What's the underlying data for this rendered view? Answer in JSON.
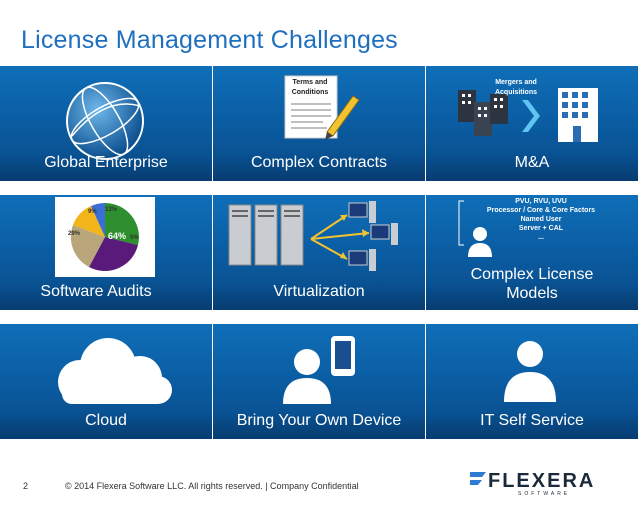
{
  "slide": {
    "title": "License Management Challenges",
    "page_number": "2",
    "footer": "© 2014 Flexera Software LLC. All rights reserved.   |   Company Confidential",
    "logo_word": "FLEXERA",
    "logo_sub": "SOFTWARE"
  },
  "tiles": {
    "global_enterprise": "Global Enterprise",
    "complex_contracts": "Complex Contracts",
    "contracts_doc_title_1": "Terms and",
    "contracts_doc_title_2": "Conditions",
    "ma": "M&A",
    "ma_caption_1": "Mergers and",
    "ma_caption_2": "Acquisitions",
    "software_audits": "Software Audits",
    "audit_pie_main": "64%",
    "audit_pie_labels": [
      "29%",
      "13%",
      "9%",
      "5%"
    ],
    "virtualization": "Virtualization",
    "complex_license_line1": "Complex License",
    "complex_license_line2": "Models",
    "license_types": [
      "PVU, RVU, UVU",
      "Processor / Core  & Core Factors",
      "Named User",
      "Server + CAL",
      "..."
    ],
    "cloud": "Cloud",
    "byod": "Bring Your Own Device",
    "it_self_service": "IT Self Service"
  },
  "colors": {
    "title": "#1f6fbf",
    "tile_top": "#0f6fb8",
    "tile_bottom": "#084a88"
  }
}
